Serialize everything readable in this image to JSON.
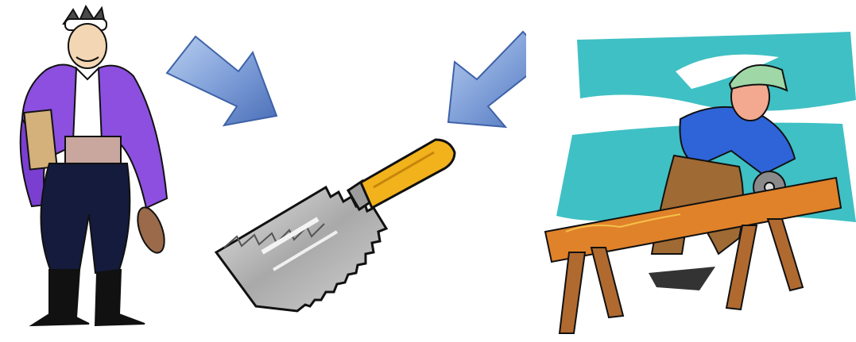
{
  "figures": [
    {
      "id": "woodworker",
      "icon": "japanese-carpenter-figure"
    },
    {
      "id": "saw",
      "icon": "hand-saw-icon"
    },
    {
      "id": "worker",
      "icon": "carpenter-with-circular-saw-figure"
    }
  ],
  "arrows": [
    {
      "id": "left-arrow",
      "icon": "arrow-down-right-icon"
    },
    {
      "id": "right-arrow",
      "icon": "arrow-down-left-icon"
    }
  ],
  "colors": {
    "arrow_light": "#9fbbe6",
    "arrow_dark": "#4f76bf",
    "coat": "#8c4fe0",
    "pants": "#151b3c",
    "saw_handle": "#f2b21c",
    "saw_blade": "#b5b5b5",
    "sky": "#3fc0c4",
    "shirt": "#2e64d8",
    "plank": "#e0822a",
    "helmet": "#9fd8a6"
  }
}
